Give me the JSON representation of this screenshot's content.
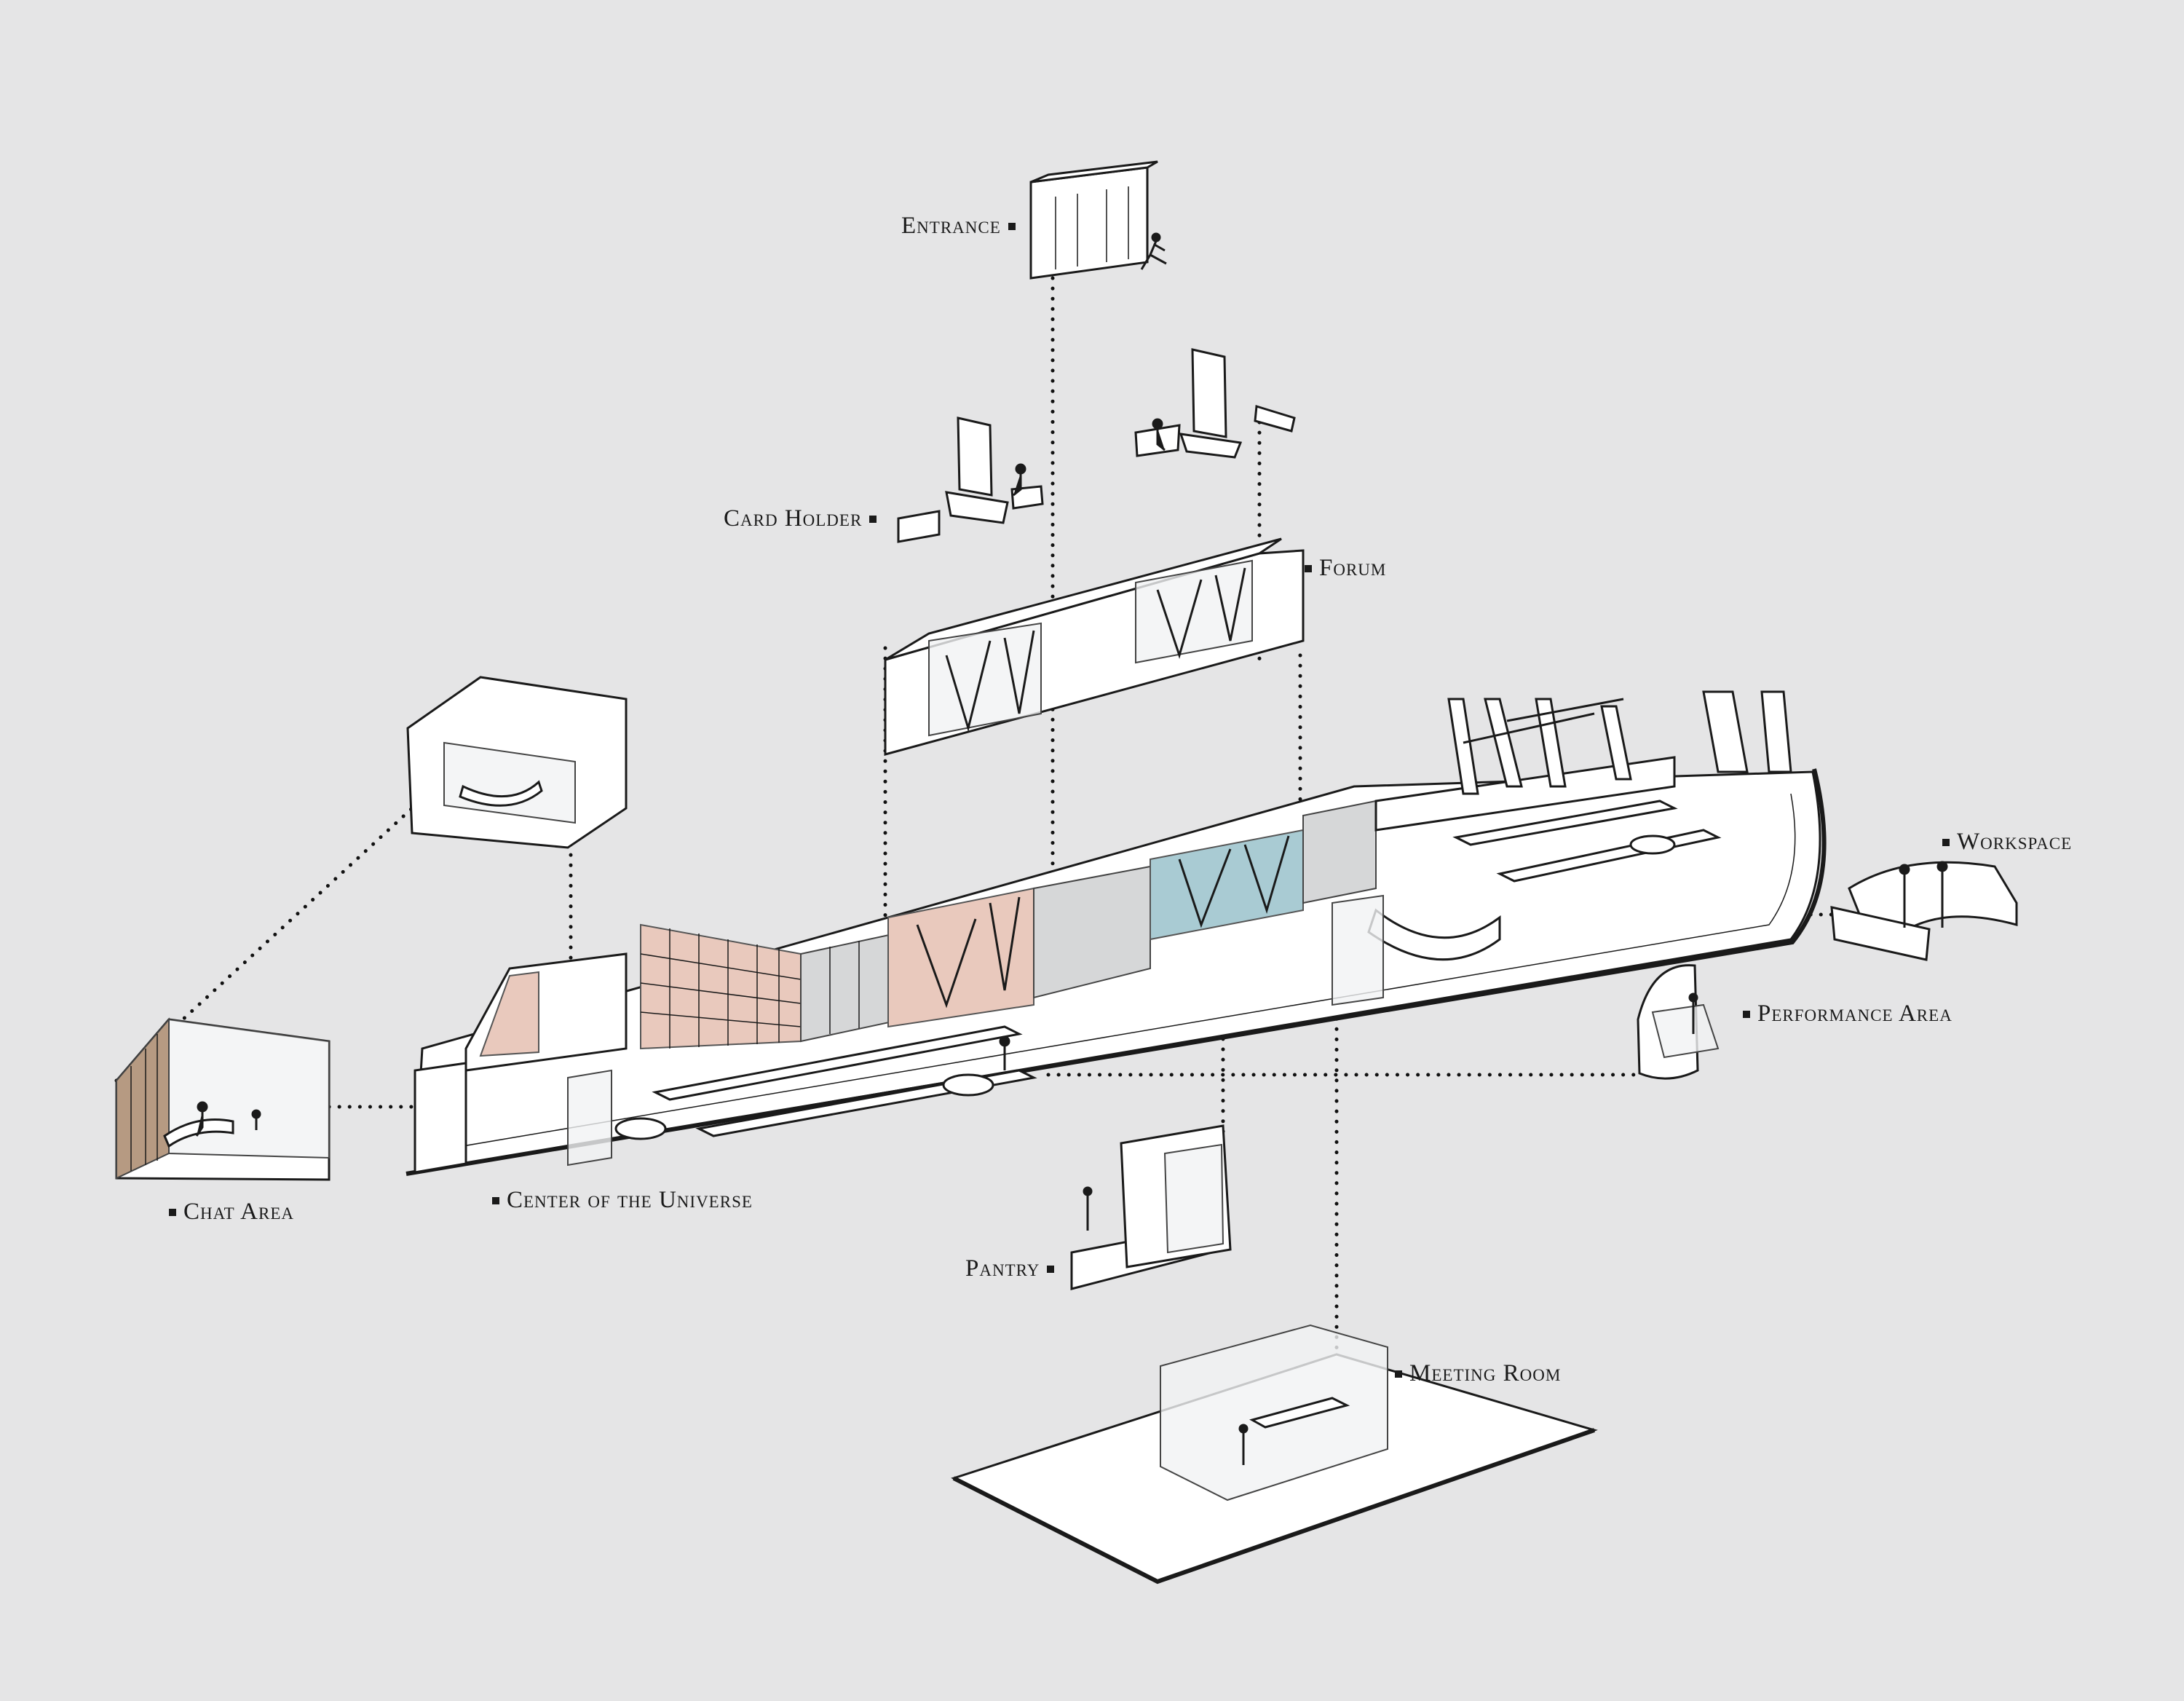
{
  "labels": {
    "entrance": "Entrance",
    "card_holder": "Card Holder",
    "forum": "Forum",
    "workspace": "Workspace",
    "performance_area": "Performance Area",
    "chat_area": "Chat Area",
    "center_of_the_universe": "Center of the Universe",
    "pantry": "Pantry",
    "meeting_room": "Meeting Room"
  },
  "colors": {
    "background": "#e5e5e6",
    "ink": "#1a1a1a",
    "accent_pink": "#e9c9bd",
    "accent_blue": "#a9cbd3",
    "accent_wood": "#b69a82"
  }
}
